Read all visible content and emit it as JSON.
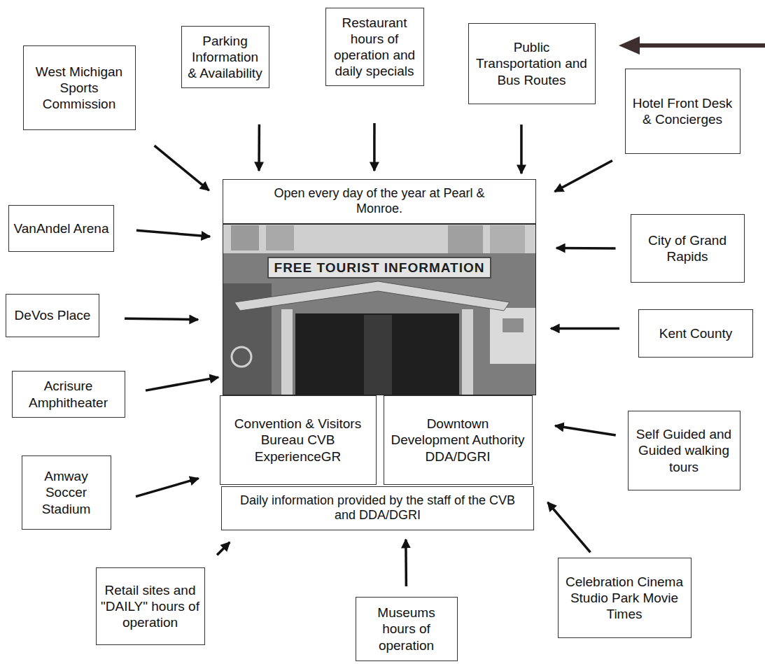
{
  "diagram": {
    "nodes": [
      {
        "text": [
          "West Michigan Sports Commission"
        ]
      },
      {
        "text": [
          "Parking Information & Availability"
        ]
      },
      {
        "text": [
          "Restaurant hours of operation and daily specials"
        ]
      },
      {
        "text": [
          "Public Transportation and Bus Routes"
        ]
      },
      {
        "text": [
          "Hotel Front Desk & Concierges"
        ]
      },
      {
        "text": [
          "Open every day of the year at Pearl & Monroe."
        ]
      },
      {
        "text": [
          "VanAndel Arena"
        ]
      },
      {
        "text": [
          "FREE TOURIST INFORMATION"
        ]
      },
      {
        "text": [
          "City of Grand Rapids"
        ]
      },
      {
        "text": [
          "DeVos Place"
        ]
      },
      {
        "text": [
          "Kent County"
        ]
      },
      {
        "text": [
          "Acrisure Amphitheater"
        ]
      },
      {
        "text": [
          "Convention & Visitors Bureau CVB ExperienceGR"
        ]
      },
      {
        "text": [
          "Downtown Development Authority DDA/DGRI"
        ]
      },
      {
        "text": [
          "Self Guided and Guided walking tours"
        ]
      },
      {
        "text": [
          "Amway Soccer Stadium"
        ]
      },
      {
        "text": [
          "Daily information provided by the staff of the CVB and DDA/DGRI"
        ]
      },
      {
        "text": [
          "Retail sites and \"DAILY\" hours of operation"
        ]
      },
      {
        "text": [
          "Museums hours of operation"
        ]
      },
      {
        "text": [
          "Celebration Cinema Studio Park Movie Times"
        ]
      }
    ],
    "edges": [
      {
        "from": 0,
        "to": 5,
        "arrow": "to"
      },
      {
        "from": 1,
        "to": 5,
        "arrow": "to"
      },
      {
        "from": 2,
        "to": 5,
        "arrow": "to"
      },
      {
        "from": 3,
        "to": 5,
        "arrow": "to"
      },
      {
        "from": 4,
        "to": 5,
        "arrow": "to"
      },
      {
        "from": 6,
        "to": 7,
        "arrow": "to"
      },
      {
        "from": 9,
        "to": 7,
        "arrow": "to"
      },
      {
        "from": 11,
        "to": 7,
        "arrow": "to"
      },
      {
        "from": 8,
        "to": 7,
        "arrow": "to"
      },
      {
        "from": 10,
        "to": 7,
        "arrow": "to"
      },
      {
        "from": 14,
        "to": 13,
        "arrow": "to"
      },
      {
        "from": 15,
        "to": 12,
        "arrow": "to"
      },
      {
        "from": 17,
        "to": 16,
        "arrow": "to"
      },
      {
        "from": 18,
        "to": 16,
        "arrow": "to"
      },
      {
        "from": 19,
        "to": 16,
        "arrow": "to"
      }
    ]
  }
}
